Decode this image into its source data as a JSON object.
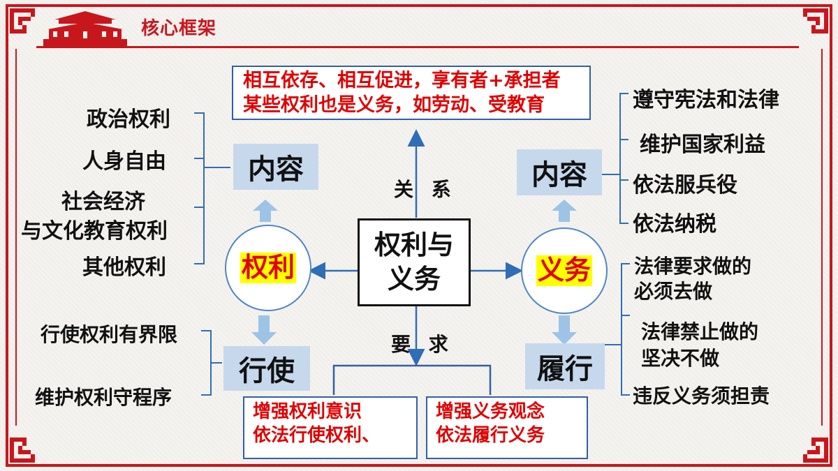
{
  "header": {
    "title": "核心框架"
  },
  "center": {
    "line1": "权利与",
    "line2": "义务"
  },
  "relation": {
    "label": "关 系",
    "text_line1": "相互依存、相互促进，享有者+承担者",
    "text_line2": "某些权利也是义务，如劳动、受教育"
  },
  "requirement": {
    "label": "要 求"
  },
  "rights": {
    "title": "权利",
    "content_label": "内容",
    "exercise_label": "行使",
    "content_items": [
      "政治权利",
      "人身自由",
      "社会经济",
      "与文化教育权利",
      "其他权利"
    ],
    "exercise_items": [
      "行使权利有界限",
      "维护权利守程序"
    ],
    "requirement_line1": "增强权利意识",
    "requirement_line2": "依法行使权利、"
  },
  "duties": {
    "title": "义务",
    "content_label": "内容",
    "perform_label": "履行",
    "content_items": [
      "遵守宪法和法律",
      "维护国家利益",
      "依法服兵役",
      "依法纳税"
    ],
    "perform_items": [
      "法律要求做的",
      "必须去做",
      "法律禁止做的",
      "坚决不做",
      "违反义务须担责"
    ],
    "requirement_line1": "增强义务观念",
    "requirement_line2": "依法履行义务"
  },
  "colors": {
    "frame": "#c8161d",
    "accent_red": "#e00000",
    "box_blue": "#c6d8ec",
    "line_blue": "#2f5fa8",
    "highlight": "#ffff00"
  },
  "icons": [
    "tiananmen-gate-icon",
    "corner-pattern-icon"
  ]
}
